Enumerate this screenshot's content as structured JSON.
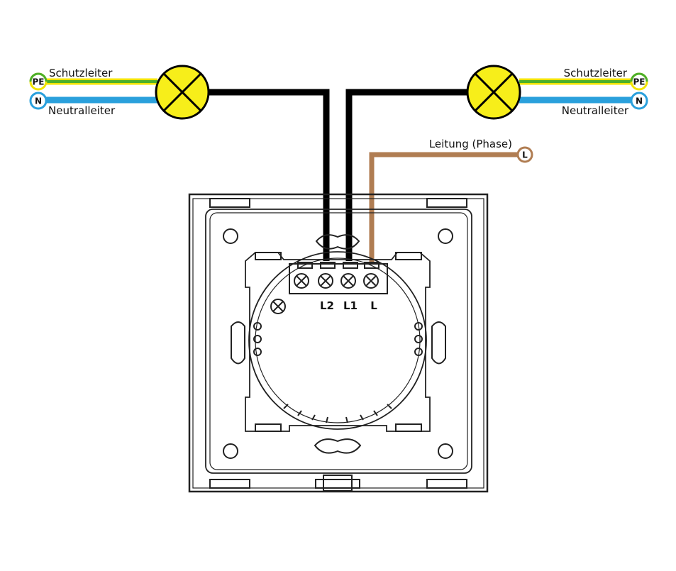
{
  "left_lamp": {
    "pe_label": "Schutzleiter",
    "n_label": "Neutralleiter",
    "pe_badge": "PE",
    "n_badge": "N"
  },
  "right_lamp": {
    "pe_label": "Schutzleiter",
    "n_label": "Neutralleiter",
    "pe_badge": "PE",
    "n_badge": "N"
  },
  "phase": {
    "label": "Leitung (Phase)",
    "badge": "L"
  },
  "terminals": [
    "L2",
    "L1",
    "L"
  ],
  "colors": {
    "protective_yellow": "#f2e400",
    "protective_green": "#4caf2a",
    "neutral_blue": "#2aa0dc",
    "phase_brown": "#b07d52",
    "switch_wire_black": "#000000",
    "lamp_fill": "#f7ee1a"
  }
}
